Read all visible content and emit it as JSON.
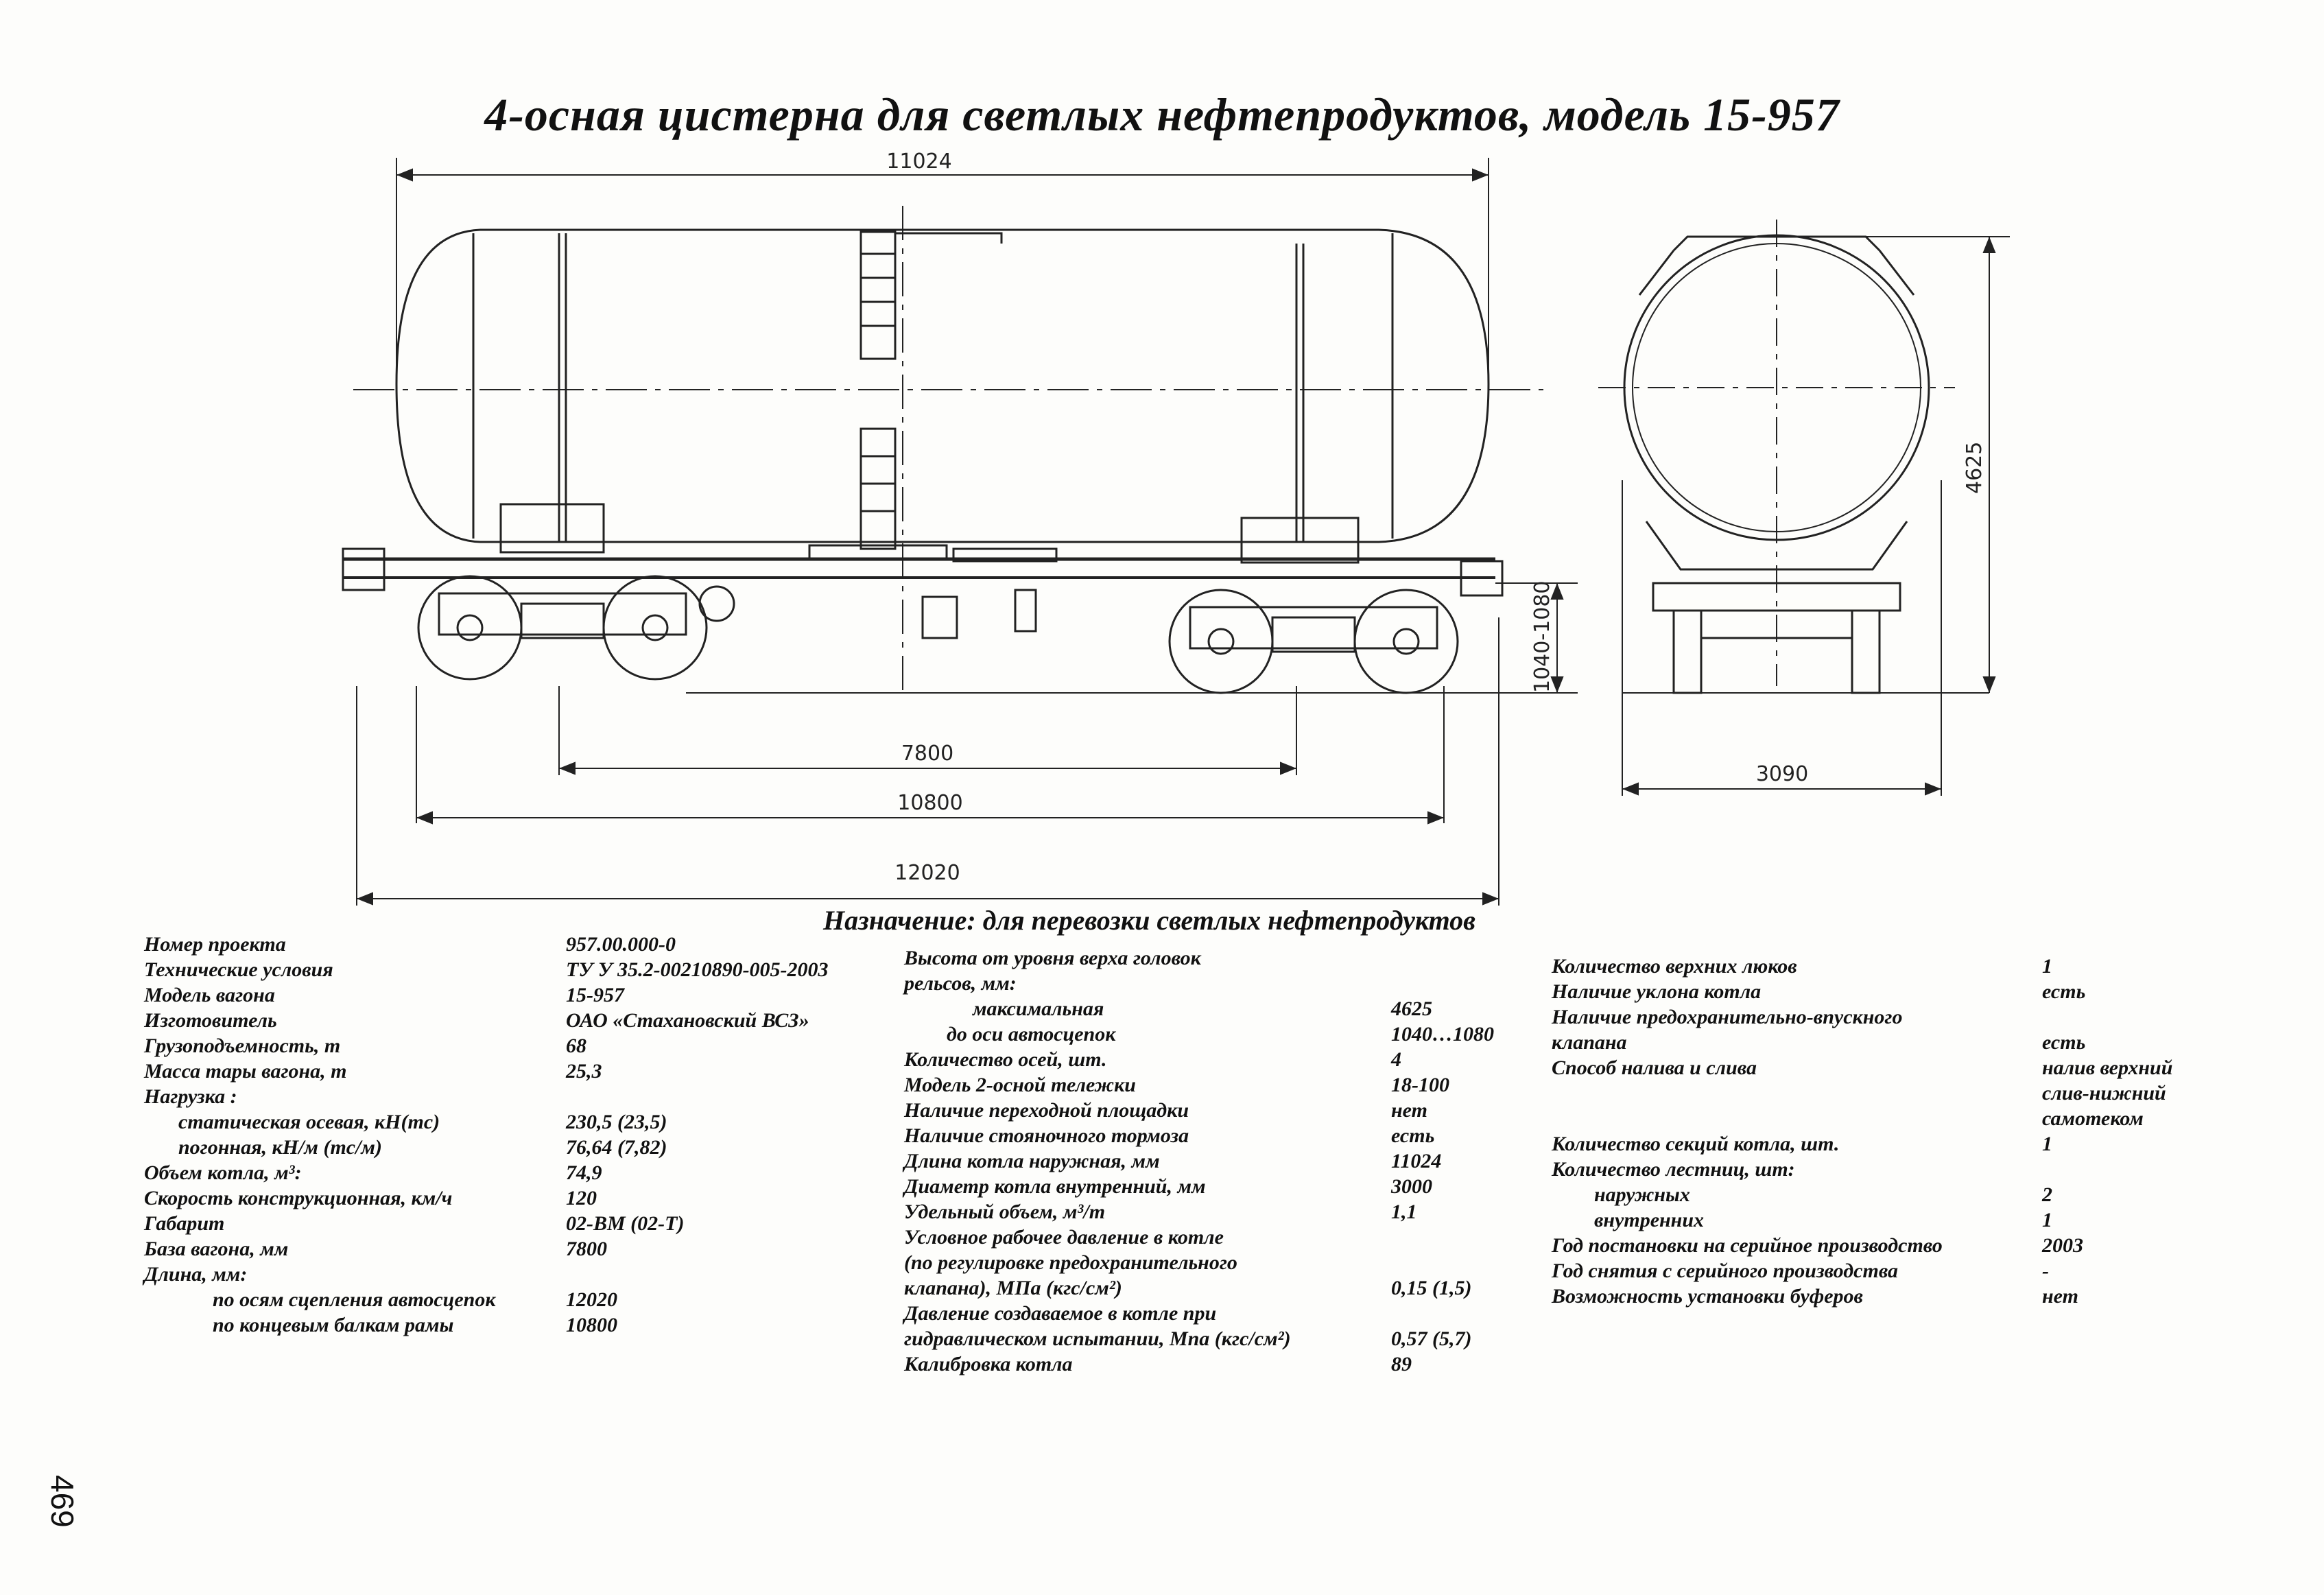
{
  "title": "4-осная цистерна для светлых нефтепродуктов, модель 15-957",
  "dimensions": {
    "boiler_length": "11024",
    "wagon_base": "7800",
    "frame_length": "10800",
    "coupling_length": "12020",
    "coupler_height": "1040-1080",
    "total_height": "4625",
    "width": "3090"
  },
  "purpose": "Назначение: для перевозки светлых нефтепродуктов",
  "col1": [
    {
      "label": "Номер проекта",
      "value": "957.00.000-0",
      "indent": 0
    },
    {
      "label": "Технические условия",
      "value": "ТУ У 35.2-00210890-005-2003",
      "indent": 0
    },
    {
      "label": "Модель вагона",
      "value": "15-957",
      "indent": 0
    },
    {
      "label": "Изготовитель",
      "value": "ОАО «Стахановский ВСЗ»",
      "indent": 0
    },
    {
      "label": "Грузоподъемность, т",
      "value": "68",
      "indent": 0
    },
    {
      "label": "Масса тары вагона, т",
      "value": "25,3",
      "indent": 0
    },
    {
      "label": "Нагрузка :",
      "value": "",
      "indent": 0
    },
    {
      "label": "статическая осевая, кН(тс)",
      "value": "230,5 (23,5)",
      "indent": 1
    },
    {
      "label": "погонная, кН/м (тс/м)",
      "value": "76,64 (7,82)",
      "indent": 1
    },
    {
      "label": "Объем котла, м³:",
      "value": "74,9",
      "indent": 0
    },
    {
      "label": "Скорость конструкционная, км/ч",
      "value": "120",
      "indent": 0
    },
    {
      "label": "Габарит",
      "value": "02-ВМ (02-Т)",
      "indent": 0
    },
    {
      "label": "База вагона, мм",
      "value": "7800",
      "indent": 0
    },
    {
      "label": "Длина, мм:",
      "value": "",
      "indent": 0
    },
    {
      "label": "по осям сцепления автосцепок",
      "value": "12020",
      "indent": 3
    },
    {
      "label": "по концевым балкам рамы",
      "value": "10800",
      "indent": 3
    }
  ],
  "col2": [
    {
      "label": "Высота от уровня верха головок",
      "value": "",
      "indent": 0
    },
    {
      "label": "рельсов, мм:",
      "value": "",
      "indent": 0
    },
    {
      "label": "максимальная",
      "value": "4625",
      "indent": 3
    },
    {
      "label": "до оси автосцепок",
      "value": "1040…1080",
      "indent": 2
    },
    {
      "label": "Количество осей, шт.",
      "value": "4",
      "indent": 0
    },
    {
      "label": "Модель 2-осной тележки",
      "value": "18-100",
      "indent": 0
    },
    {
      "label": "Наличие переходной площадки",
      "value": "нет",
      "indent": 0
    },
    {
      "label": "Наличие стояночного тормоза",
      "value": "есть",
      "indent": 0
    },
    {
      "label": "Длина котла наружная, мм",
      "value": "11024",
      "indent": 0
    },
    {
      "label": "Диаметр котла внутренний, мм",
      "value": "3000",
      "indent": 0
    },
    {
      "label": "Удельный объем, м³/т",
      "value": "1,1",
      "indent": 0
    },
    {
      "label": "Условное рабочее давление в котле",
      "value": "",
      "indent": 0
    },
    {
      "label": "(по регулировке предохранительного",
      "value": "",
      "indent": 0
    },
    {
      "label": "клапана), МПа (кгс/см²)",
      "value": "0,15 (1,5)",
      "indent": 0
    },
    {
      "label": "Давление создаваемое в котле при",
      "value": "",
      "indent": 0
    },
    {
      "label": "гидравлическом испытании, Мпа (кгс/см²)",
      "value": "0,57 (5,7)",
      "indent": 0
    },
    {
      "label": "Калибровка котла",
      "value": "89",
      "indent": 0
    }
  ],
  "col3": [
    {
      "label": "Количество верхних люков",
      "value": "1",
      "indent": 0
    },
    {
      "label": "Наличие уклона котла",
      "value": "есть",
      "indent": 0
    },
    {
      "label": "Наличие предохранительно-впускного",
      "value": "",
      "indent": 0
    },
    {
      "label": "клапана",
      "value": "есть",
      "indent": 0
    },
    {
      "label": "Способ налива и слива",
      "value": "налив верхний",
      "indent": 0
    },
    {
      "label": "",
      "value": "слив-нижний",
      "indent": 0
    },
    {
      "label": "",
      "value": "самотеком",
      "indent": 0
    },
    {
      "label": "Количество секций котла, шт.",
      "value": "1",
      "indent": 0
    },
    {
      "label": "Количество лестниц, шт:",
      "value": "",
      "indent": 0
    },
    {
      "label": "наружных",
      "value": "2",
      "indent": 2
    },
    {
      "label": "внутренних",
      "value": "1",
      "indent": 2
    },
    {
      "label": "Год постановки на серийное производство",
      "value": "2003",
      "indent": 0
    },
    {
      "label": "Год снятия с серийного производства",
      "value": "-",
      "indent": 0
    },
    {
      "label": "Возможность установки буферов",
      "value": "нет",
      "indent": 0
    }
  ],
  "page_number": "469"
}
